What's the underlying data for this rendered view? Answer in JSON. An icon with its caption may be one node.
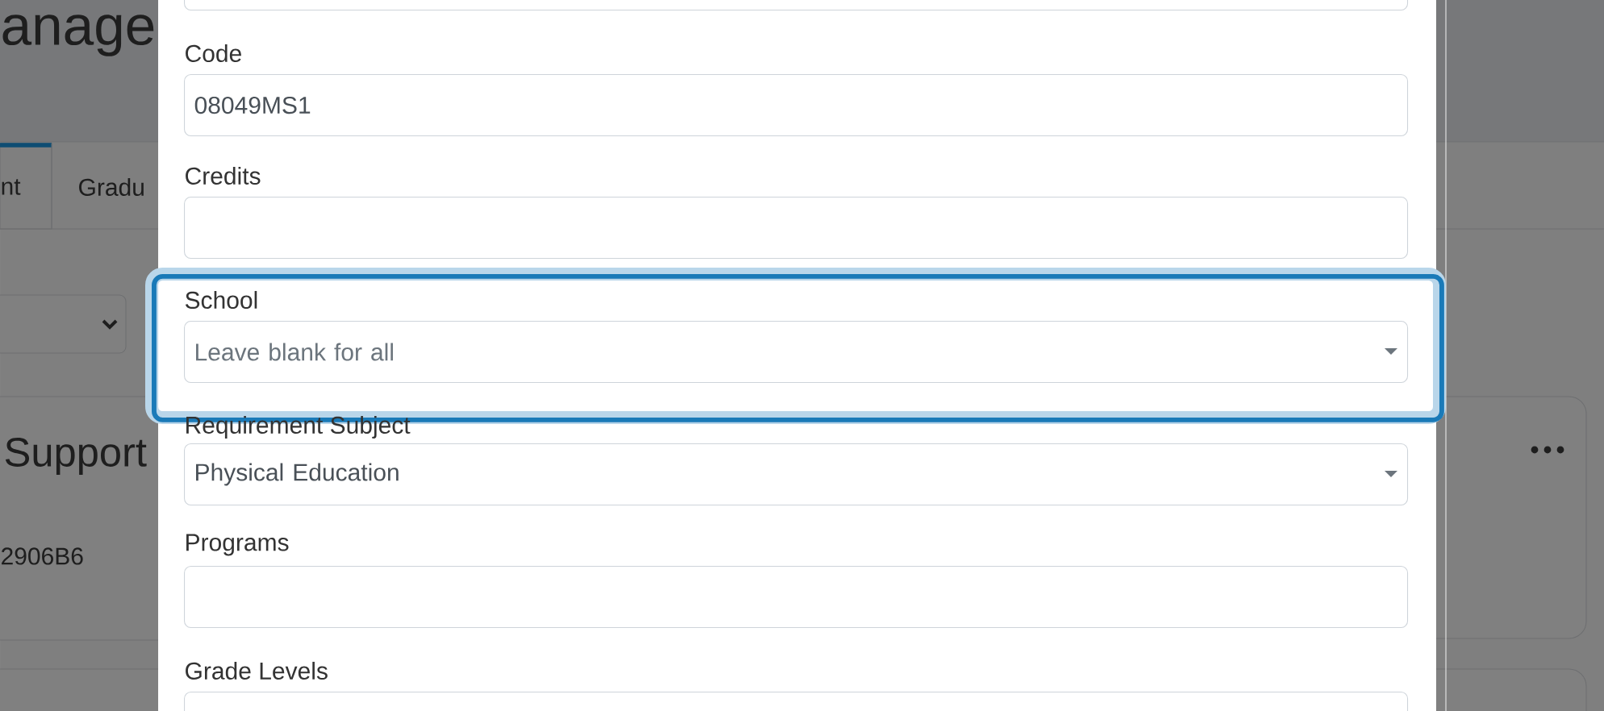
{
  "diagram": {
    "nodes": [
      {
        "text": [],
        "shape": "box"
      },
      {
        "text": [
          "08049MS1"
        ],
        "beside": [
          "Code"
        ]
      },
      {
        "text": [],
        "shape": "box",
        "beside": [
          "Credits"
        ]
      },
      {
        "text": [
          "School"
        ]
      },
      {
        "text": [
          "Leave blank for all"
        ],
        "in": 3
      },
      {
        "text": [
          "Physical Education"
        ],
        "beside": [
          "Requirement Subject"
        ]
      },
      {
        "text": [],
        "shape": "box",
        "beside": [
          "Programs"
        ]
      },
      {
        "text": [],
        "shape": "box",
        "beside": [
          "Grade Levels"
        ]
      }
    ],
    "labels": [
      "anage",
      "nt",
      "Gradu",
      "Support",
      "2906B6"
    ]
  }
}
